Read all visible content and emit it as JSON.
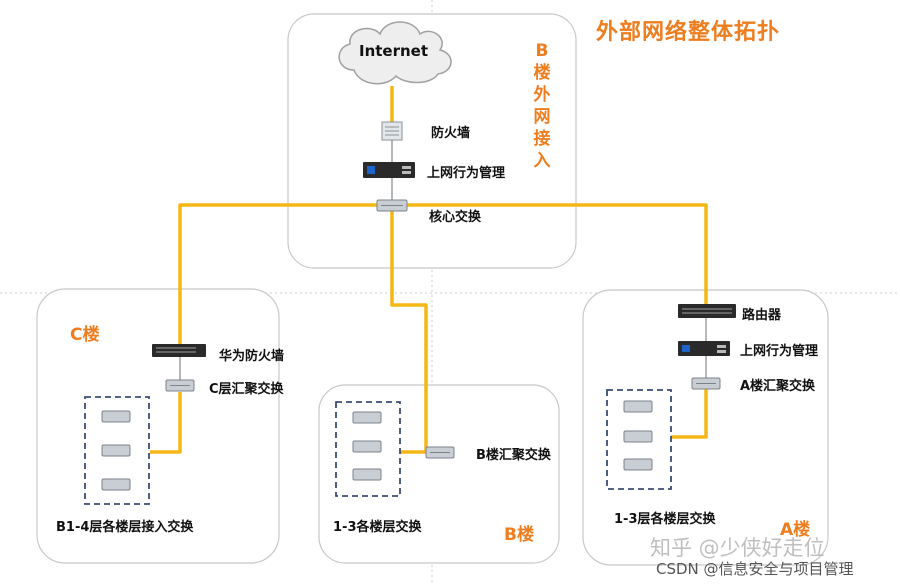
{
  "title": "外部网络整体拓扑",
  "colors": {
    "accent": "#ee7d1f",
    "link": "#f5b716",
    "zone_border": "#c8c8c8",
    "device_dark": "#2a2a2a",
    "access_group_border": "#3b4d70"
  },
  "zones": {
    "b_external": {
      "label": "B楼外网接入",
      "label_chars": [
        "B",
        "楼",
        "外",
        "网",
        "接",
        "入"
      ]
    },
    "c": {
      "label": "C楼"
    },
    "b": {
      "label": "B楼"
    },
    "a": {
      "label": "A楼"
    }
  },
  "nodes": {
    "internet": {
      "label": "Internet",
      "icon": "cloud-icon"
    },
    "firewall": {
      "label": "防火墙",
      "icon": "server-icon"
    },
    "behavior_mgmt_top": {
      "label": "上网行为管理",
      "icon": "appliance-icon"
    },
    "core_switch": {
      "label": "核心交换",
      "icon": "switch-icon"
    },
    "huawei_firewall": {
      "label": "华为防火墙",
      "icon": "appliance-icon"
    },
    "c_agg_switch": {
      "label": "C层汇聚交换",
      "icon": "switch-icon"
    },
    "c_access": {
      "label": "B1-4层各楼层接入交换",
      "icon": "switch-group-icon"
    },
    "b_agg_switch": {
      "label": "B楼汇聚交换",
      "icon": "switch-icon"
    },
    "b_access": {
      "label": "1-3各楼层交换",
      "icon": "switch-group-icon"
    },
    "router": {
      "label": "路由器",
      "icon": "router-icon"
    },
    "behavior_mgmt_a": {
      "label": "上网行为管理",
      "icon": "appliance-icon"
    },
    "a_agg_switch": {
      "label": "A楼汇聚交换",
      "icon": "switch-icon"
    },
    "a_access": {
      "label": "1-3层各楼层交换",
      "icon": "switch-group-icon"
    }
  },
  "links": [
    [
      "internet",
      "firewall"
    ],
    [
      "firewall",
      "behavior_mgmt_top"
    ],
    [
      "behavior_mgmt_top",
      "core_switch"
    ],
    [
      "core_switch",
      "huawei_firewall"
    ],
    [
      "huawei_firewall",
      "c_agg_switch"
    ],
    [
      "c_agg_switch",
      "c_access"
    ],
    [
      "core_switch",
      "b_agg_switch"
    ],
    [
      "b_agg_switch",
      "b_access"
    ],
    [
      "core_switch",
      "router"
    ],
    [
      "router",
      "behavior_mgmt_a"
    ],
    [
      "behavior_mgmt_a",
      "a_agg_switch"
    ],
    [
      "a_agg_switch",
      "a_access"
    ]
  ],
  "watermark": {
    "zhihu": "知乎 @少侠好走位",
    "csdn": "CSDN @信息安全与项目管理"
  }
}
